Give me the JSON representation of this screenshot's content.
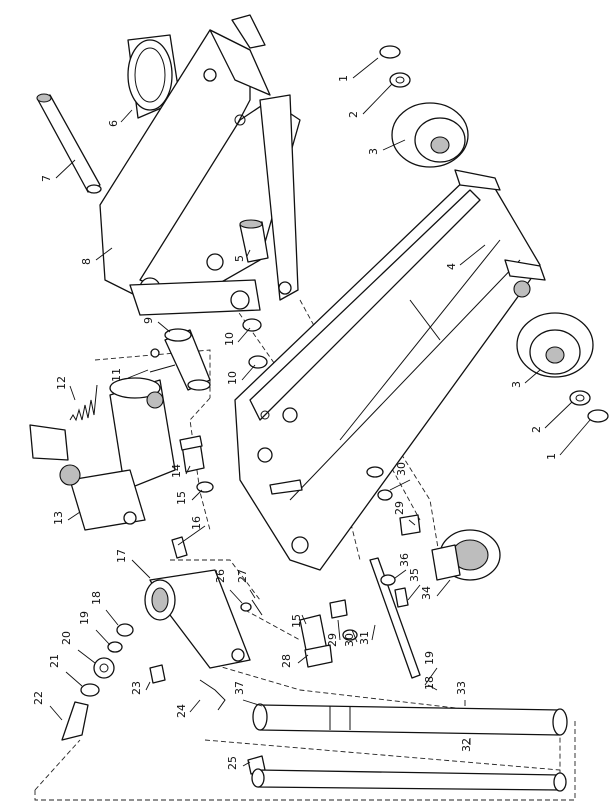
{
  "part_numbers": [
    "1",
    "2",
    "3",
    "4",
    "5",
    "6",
    "7",
    "8",
    "9",
    "10",
    "11",
    "12",
    "13",
    "14",
    "15",
    "16",
    "17",
    "18",
    "19",
    "20",
    "21",
    "22",
    "23",
    "24",
    "25",
    "26",
    "27",
    "28",
    "29",
    "30",
    "31",
    "32",
    "33",
    "34",
    "35",
    "36",
    "37"
  ]
}
